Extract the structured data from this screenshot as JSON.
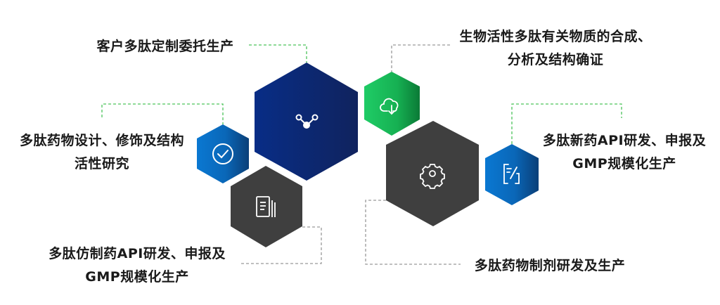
{
  "labels": {
    "custom": "客户多肽定制委托生产",
    "bioactive_line1": "生物活性多肽有关物质的合成、",
    "bioactive_line2": "分析及结构确证",
    "design_line1": "多肽药物设计、修饰及结构",
    "design_line2": "活性研究",
    "new_drug_line1": "多肽新药API研发、申报及",
    "new_drug_line2": "GMP规模化生产",
    "generic_line1": "多肽仿制药API研发、申报及",
    "generic_line2": "GMP规模化生产",
    "formulation": "多肽药物制剂研发及生产"
  },
  "icons": {
    "navy": "share-nodes-icon",
    "green": "cloud-download-icon",
    "check": "check-circle-icon",
    "doc": "document-icon",
    "gear": "gear-icon",
    "edit": "edit-icon"
  },
  "colors": {
    "navy": "#0a2a7a",
    "green": "#1cc05e",
    "blue": "#0a70c8",
    "dark": "#3f3f3f",
    "dash_green": "#4cc35a",
    "dash_gray": "#999999"
  }
}
